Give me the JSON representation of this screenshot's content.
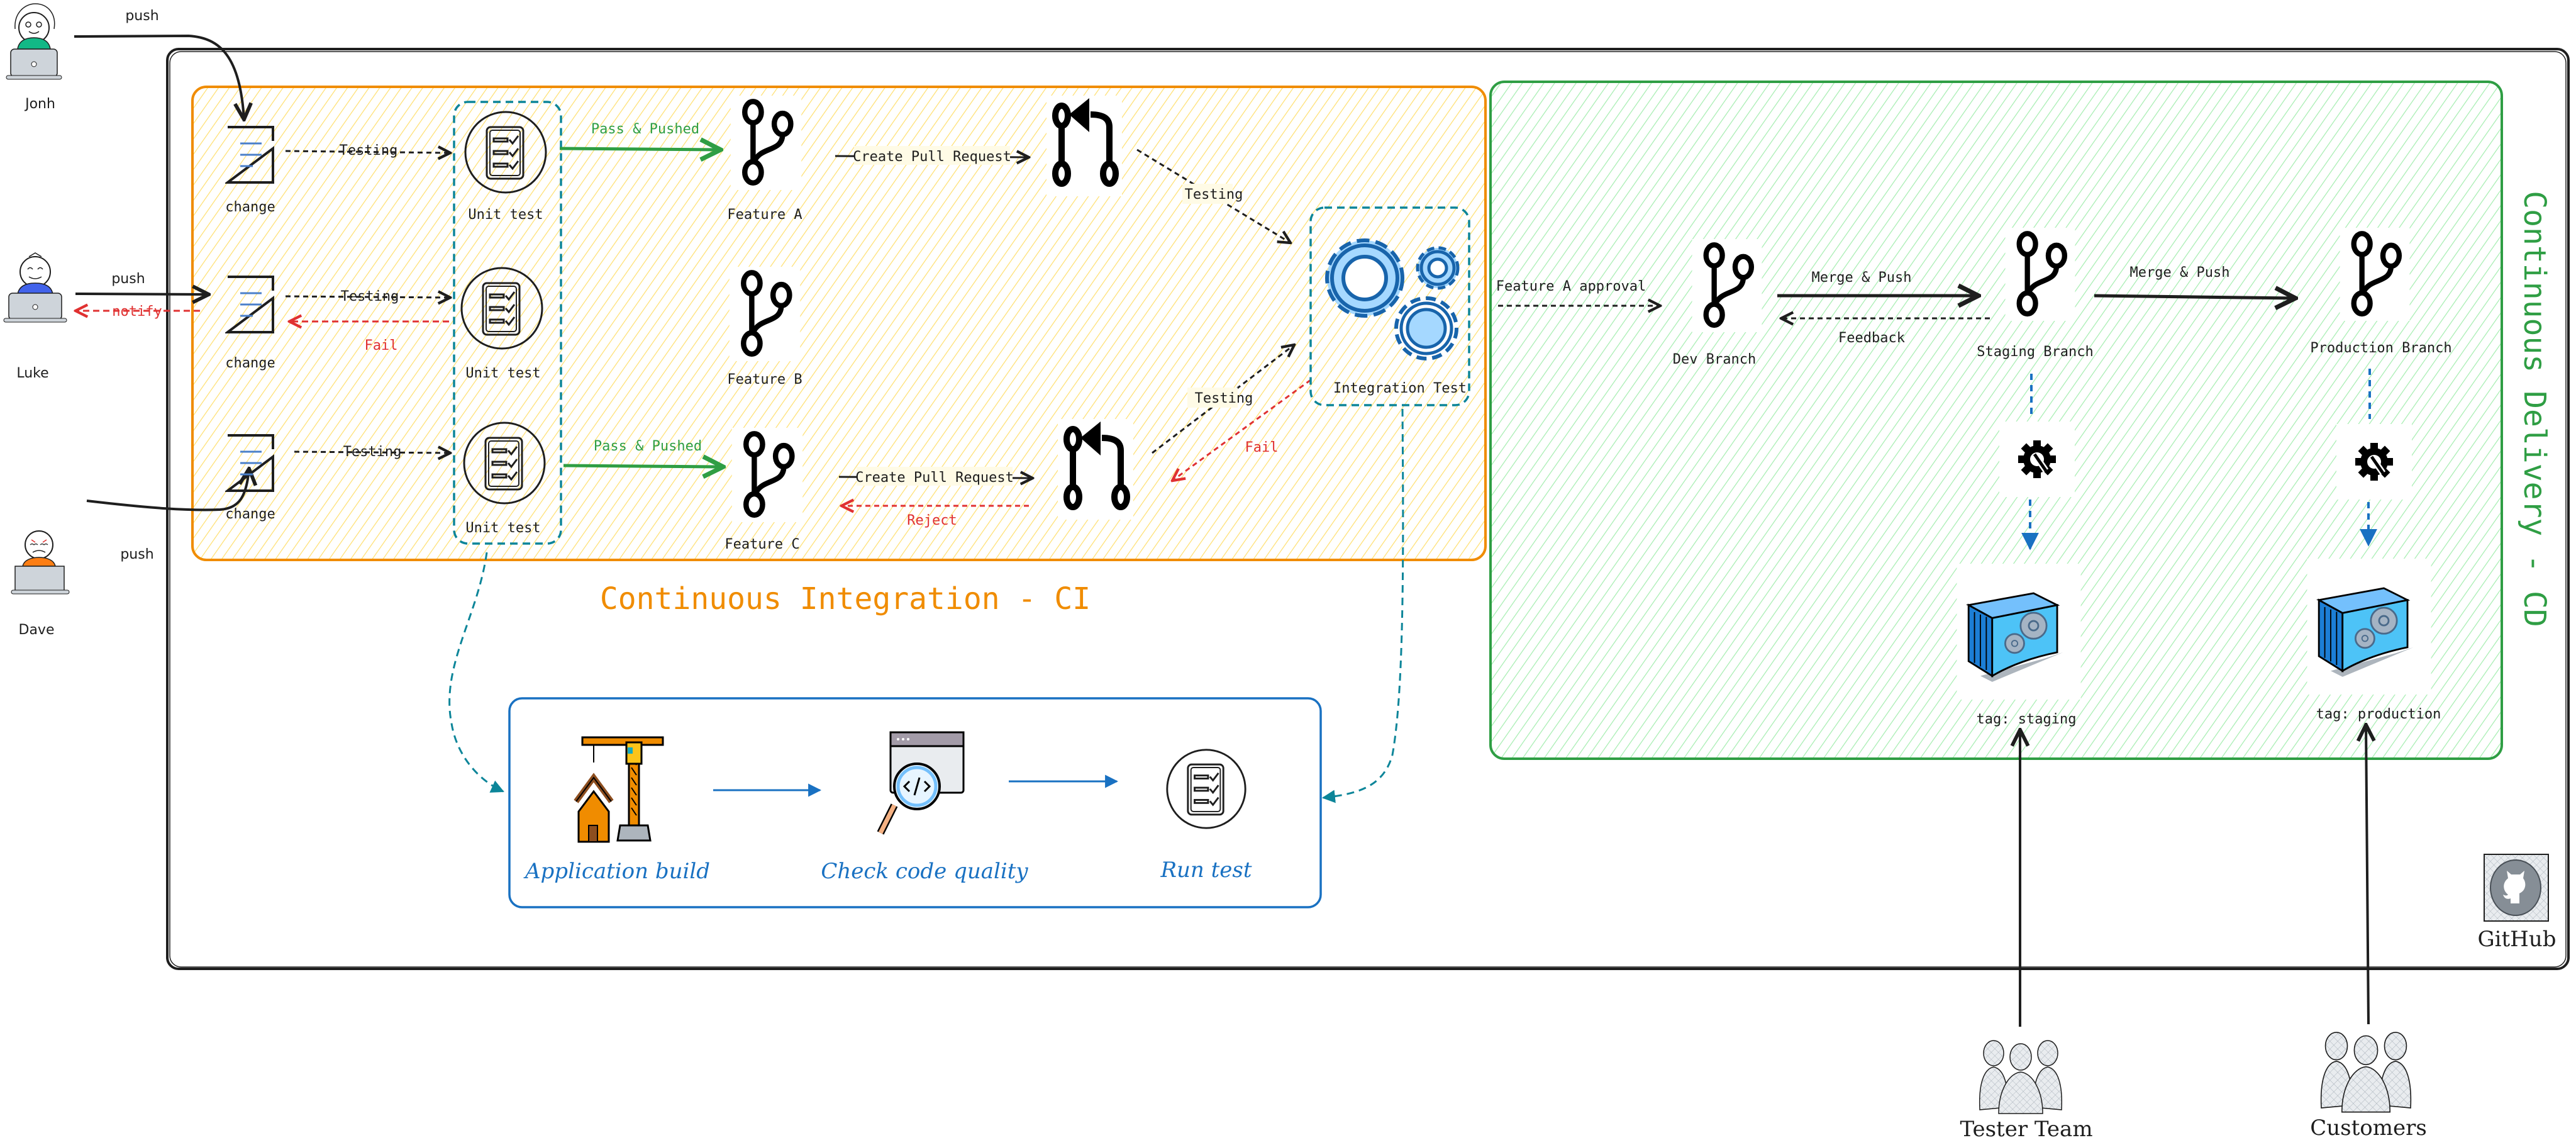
{
  "colors": {
    "ci_border": "#f08c00",
    "ci_hatch": "#ffd43b",
    "cd_border": "#2f9e44",
    "cd_hatch": "#8ce99a",
    "pass": "#2f9e44",
    "fail": "#e03131",
    "teal_dashed": "#0c8599",
    "pipeline_blue": "#1971c2"
  },
  "developers": [
    {
      "name": "Jonh",
      "shirt": "#12b886",
      "mood": "happy",
      "action": "push"
    },
    {
      "name": "Luke",
      "shirt": "#4263eb",
      "mood": "smiling",
      "action": "push",
      "feedback": "notify"
    },
    {
      "name": "Dave",
      "shirt": "#fd7e14",
      "mood": "angry",
      "action": "push"
    }
  ],
  "ci": {
    "title": "Continuous Integration - CI",
    "changes": [
      {
        "label": "change",
        "arrow": "Testing"
      },
      {
        "label": "change",
        "arrow": "Testing",
        "result": "Fail"
      },
      {
        "label": "change",
        "arrow": "Testing"
      }
    ],
    "unit_tests": [
      "Unit test",
      "Unit test",
      "Unit test"
    ],
    "pass_label": "Pass & Pushed",
    "features": [
      "Feature A",
      "Feature B",
      "Feature C"
    ],
    "pull_request_label": "Create Pull Request",
    "reject_label": "Reject",
    "testing_label": "Testing",
    "fail_label": "Fail",
    "integration_test": "Integration Test"
  },
  "pipeline": {
    "steps": [
      "Application build",
      "Check code quality",
      "Run test"
    ]
  },
  "cd": {
    "title": "Continuous Delivery - CD",
    "approval_label": "Feature A approval",
    "branches": [
      "Dev Branch",
      "Staging Branch",
      "Production Branch"
    ],
    "merge_label": "Merge & Push",
    "feedback_label": "Feedback",
    "containers": [
      "tag: staging",
      "tag: production"
    ]
  },
  "consumers": [
    "Tester Team",
    "Customers"
  ],
  "platform": "GitHub"
}
